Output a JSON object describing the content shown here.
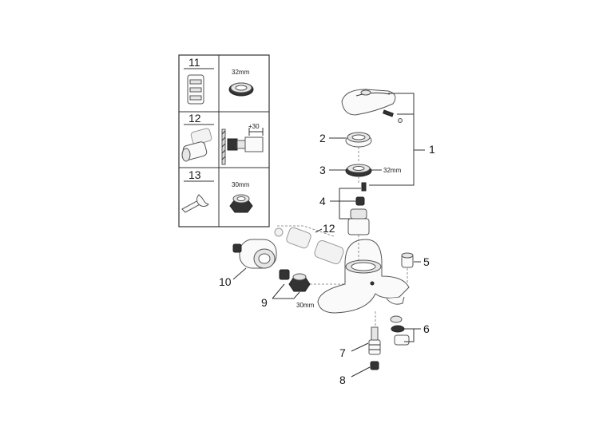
{
  "inset_table": {
    "rows": [
      {
        "number": "11",
        "label": "32mm"
      },
      {
        "number": "12",
        "label": "+30"
      },
      {
        "number": "13",
        "label": "30mm"
      }
    ]
  },
  "main_diagram": {
    "labels": {
      "l1": "1",
      "l2": "2",
      "l3": "3",
      "l3_size": "32mm",
      "l4": "4",
      "l5": "5",
      "l6": "6",
      "l7": "7",
      "l8": "8",
      "l9": "9",
      "l9_size": "30mm",
      "l10": "10",
      "l12": "12"
    }
  }
}
